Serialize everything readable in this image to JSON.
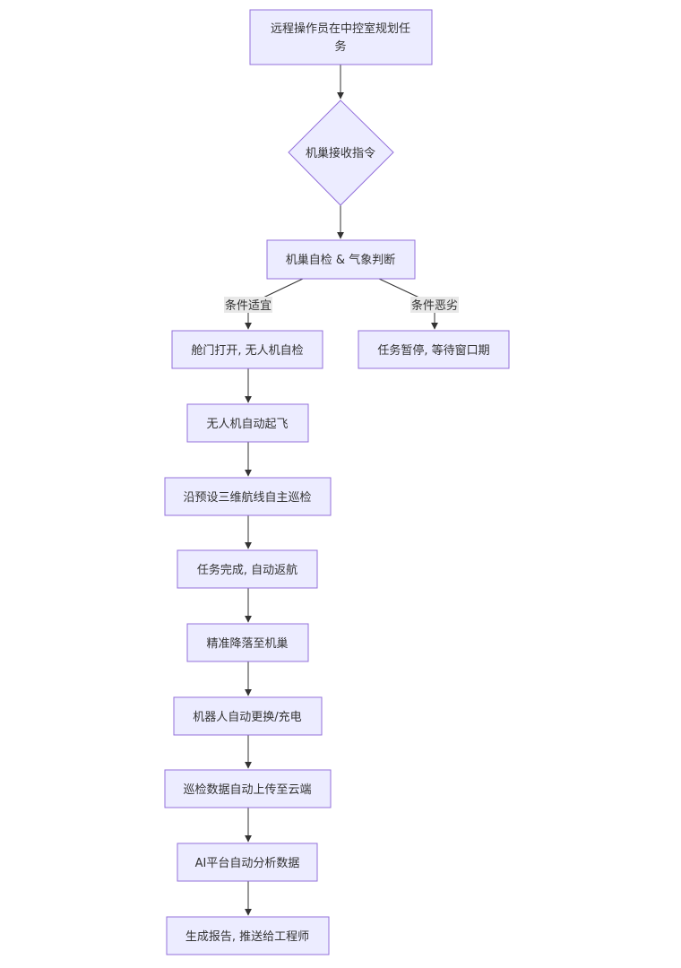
{
  "nodes": {
    "plan": {
      "line1": "远程操作员在中控室规划任",
      "line2": "务"
    },
    "receive": "机巢接收指令",
    "selfcheck": "机巢自检 & 气象判断",
    "hatch": "舱门打开, 无人机自检",
    "pause": "任务暂停, 等待窗口期",
    "takeoff": "无人机自动起飞",
    "patrol": "沿预设三维航线自主巡检",
    "return": "任务完成, 自动返航",
    "land": "精准降落至机巢",
    "battery": "机器人自动更换/充电",
    "upload": "巡检数据自动上传至云端",
    "analyze": "AI平台自动分析数据",
    "report": "生成报告, 推送给工程师"
  },
  "edges": {
    "good": "条件适宜",
    "bad": "条件恶劣"
  },
  "colors": {
    "node_fill": "#ECECFF",
    "node_stroke": "#9370DB",
    "edge": "#333333",
    "label_bg": "#e8e8e8"
  }
}
